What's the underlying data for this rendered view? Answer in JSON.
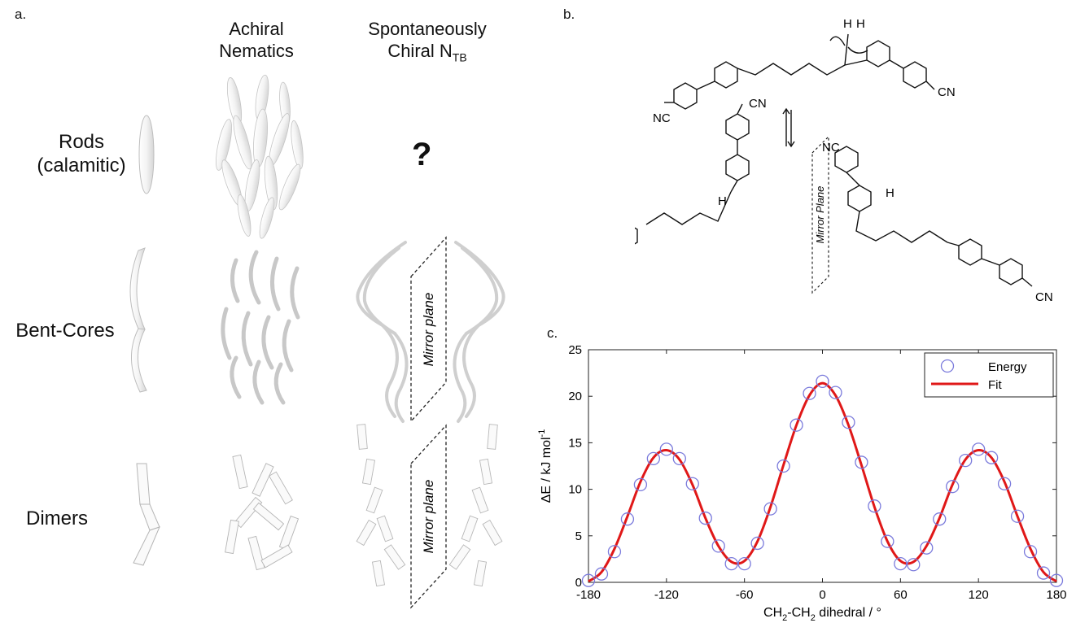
{
  "panel_a": {
    "letter": "a.",
    "col_achiral": [
      "Achiral",
      "Nematics"
    ],
    "col_chiral_line1": "Spontaneously",
    "col_chiral_line2": "Chiral N",
    "col_chiral_sub": "TB",
    "rows": [
      {
        "label_lines": [
          "Rods",
          "(calamitic)"
        ]
      },
      {
        "label_lines": [
          "Bent-Cores"
        ]
      },
      {
        "label_lines": [
          "Dimers"
        ]
      }
    ],
    "question_mark": "?",
    "mirror_label": "Mirror plane"
  },
  "panel_b": {
    "letter": "b.",
    "nc": "NC",
    "cn": "CN",
    "h": "H",
    "mirror_label": "Mirror Plane"
  },
  "panel_c": {
    "letter": "c."
  },
  "chart_data": {
    "type": "line",
    "xlabel_parts": [
      "CH",
      "2",
      "-CH",
      "2",
      " dihedral / °"
    ],
    "ylabel_parts": [
      "ΔE / kJ mol",
      "-1"
    ],
    "xlim": [
      -180,
      180
    ],
    "ylim": [
      0,
      25
    ],
    "xticks": [
      -180,
      -120,
      -60,
      0,
      60,
      120,
      180
    ],
    "yticks": [
      0,
      5,
      10,
      15,
      20,
      25
    ],
    "grid": false,
    "legend_position": "top-right",
    "series": [
      {
        "name": "Energy",
        "style": "open-circle",
        "color": "#7b7bdc",
        "x": [
          -180,
          -170,
          -160,
          -150,
          -140,
          -130,
          -120,
          -110,
          -100,
          -90,
          -80,
          -70,
          -60,
          -50,
          -40,
          -30,
          -20,
          -10,
          0,
          10,
          20,
          30,
          40,
          50,
          60,
          70,
          80,
          90,
          100,
          110,
          120,
          130,
          140,
          150,
          160,
          170,
          180
        ],
        "y": [
          0.2,
          0.9,
          3.3,
          6.8,
          10.5,
          13.3,
          14.3,
          13.3,
          10.6,
          6.9,
          3.9,
          2.0,
          2.0,
          4.2,
          7.9,
          12.5,
          16.9,
          20.3,
          21.6,
          20.4,
          17.2,
          12.9,
          8.2,
          4.4,
          2.0,
          1.9,
          3.7,
          6.8,
          10.3,
          13.1,
          14.3,
          13.4,
          10.6,
          7.1,
          3.3,
          1.0,
          0.2
        ]
      },
      {
        "name": "Fit",
        "style": "line",
        "color": "#e01818",
        "x": [
          -180,
          -170,
          -160,
          -150,
          -140,
          -130,
          -120,
          -110,
          -100,
          -90,
          -80,
          -70,
          -60,
          -50,
          -40,
          -30,
          -20,
          -10,
          0,
          10,
          20,
          30,
          40,
          50,
          60,
          70,
          80,
          90,
          100,
          110,
          120,
          130,
          140,
          150,
          160,
          170,
          180
        ],
        "y": [
          0.1,
          1.1,
          3.6,
          7.1,
          10.8,
          13.4,
          14.2,
          13.2,
          10.5,
          6.9,
          3.9,
          2.2,
          2.3,
          4.4,
          8.1,
          12.6,
          16.9,
          20.1,
          21.4,
          20.1,
          16.9,
          12.6,
          8.1,
          4.4,
          2.3,
          2.2,
          3.9,
          6.9,
          10.5,
          13.2,
          14.2,
          13.4,
          10.8,
          7.1,
          3.6,
          1.1,
          0.1
        ]
      }
    ]
  }
}
